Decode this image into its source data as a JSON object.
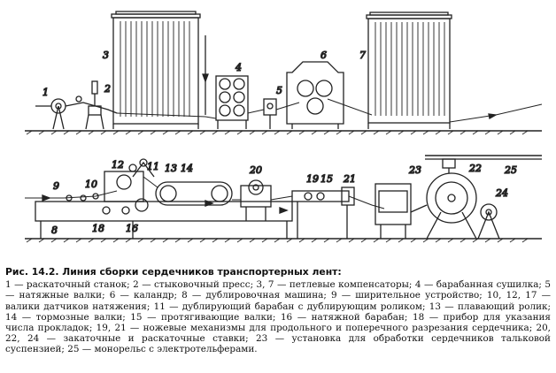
{
  "figure": {
    "labels_top": [
      "1",
      "2",
      "3",
      "4",
      "5",
      "6",
      "7"
    ],
    "labels_bottom": [
      "9",
      "10",
      "12",
      "11",
      "13",
      "14",
      "20",
      "19",
      "15",
      "21",
      "23",
      "22",
      "25",
      "24",
      "8",
      "18",
      "16"
    ]
  },
  "caption": {
    "title": "Рис. 14.2. Линия сборки сердечников транспортерных лент:",
    "legend": "1 — раскаточный станок; 2 — стыковочный пресс; 3, 7 — петлевые компенсаторы; 4 — барабанная сушилка; 5 — натяжные валки; 6 — каландр; 8 — дублировочная машина; 9 — ширительное устройство; 10, 12, 17 — валики датчиков натяжения; 11 — дублирующий барабан с дублирующим роликом; 13 — плавающий ролик; 14 — тормозные валки; 15 — протягивающие валки; 16 — натяжной барабан; 18 — прибор для указания числа прокладок; 19, 21 — ножевые механизмы для продольного и поперечного разрезания сердечника; 20, 22, 24 — закаточные и раскаточные ставки; 23 — установка для обработки сердечников тальковой суспензией; 25 — монорельс с электротельферами."
  }
}
